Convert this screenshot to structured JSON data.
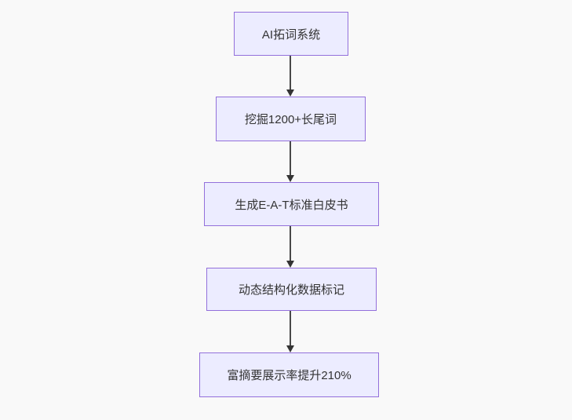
{
  "flowchart": {
    "type": "vertical-flow",
    "canvas_background": "#f9f9f9",
    "node_fill": "#ECECFF",
    "node_border": "#9370DB",
    "text_color": "#333333",
    "arrow_color": "#333333",
    "nodes": [
      {
        "id": "n1",
        "label": "AI拓词系统"
      },
      {
        "id": "n2",
        "label": "挖掘1200+长尾词"
      },
      {
        "id": "n3",
        "label": "生成E-A-T标准白皮书"
      },
      {
        "id": "n4",
        "label": "动态结构化数据标记"
      },
      {
        "id": "n5",
        "label": "富摘要展示率提升210%"
      }
    ],
    "edges": [
      {
        "from": "n1",
        "to": "n2"
      },
      {
        "from": "n2",
        "to": "n3"
      },
      {
        "from": "n3",
        "to": "n4"
      },
      {
        "from": "n4",
        "to": "n5"
      }
    ]
  }
}
